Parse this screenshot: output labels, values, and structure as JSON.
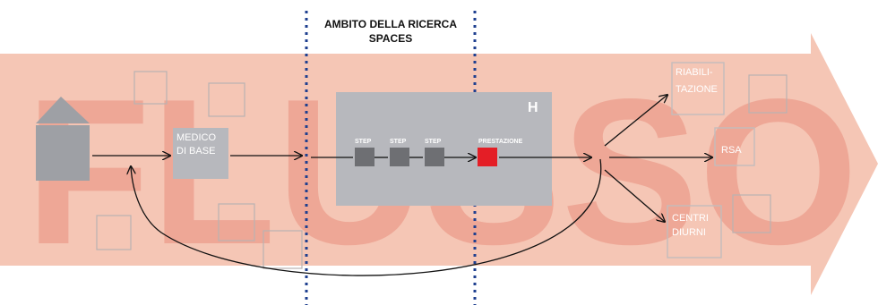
{
  "watermark_word": "FLUSSO",
  "research_scope": {
    "line1": "AMBITO DELLA RICERCA",
    "line2": "SPACES"
  },
  "nodes": {
    "medico": {
      "line1": "MEDICO",
      "line2": "DI BASE"
    },
    "hospital": {
      "badge": "H",
      "steps": [
        "STEP",
        "STEP",
        "STEP"
      ],
      "prestazione": "PRESTAZIONE"
    },
    "riabilitazione": {
      "line1": "RIABILI-",
      "line2": "TAZIONE"
    },
    "rsa": {
      "label": "RSA"
    },
    "centri": {
      "line1": "CENTRI",
      "line2": "DIURNI"
    }
  },
  "colors": {
    "arrow_band": "#f5c6b5",
    "watermark": "#ea8f7e",
    "box_gray": "#b7b8bd",
    "step_gray": "#6e6f73",
    "prestazione_red": "#e41e26",
    "dotted_line": "#1e3f8f"
  }
}
